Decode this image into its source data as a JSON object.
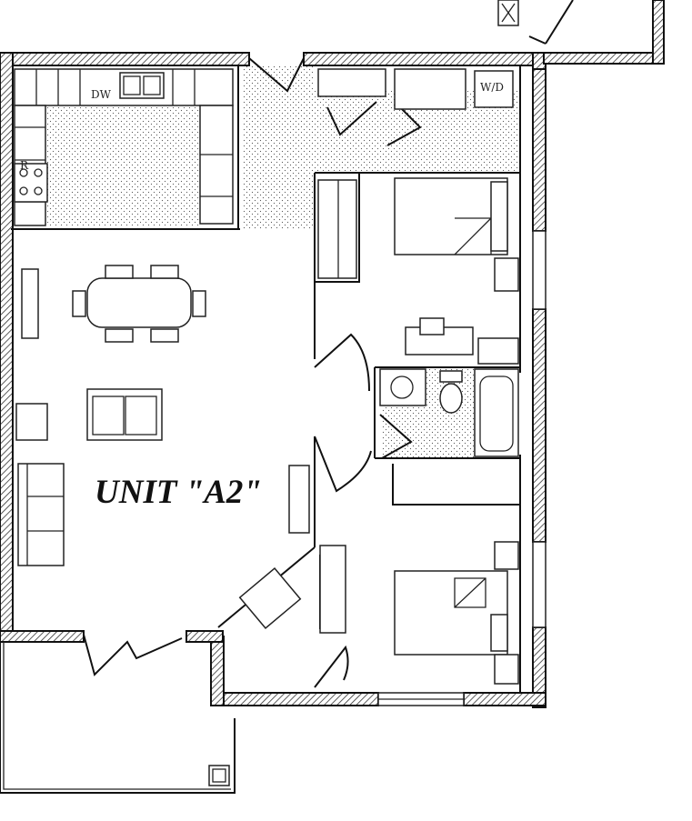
{
  "plan": {
    "unit_label": "UNIT \"A2\"",
    "appliance_labels": {
      "dishwasher": "DW",
      "washer_dryer": "W/D",
      "range": "R"
    }
  },
  "colors": {
    "line": "#111111",
    "background": "#ffffff"
  }
}
